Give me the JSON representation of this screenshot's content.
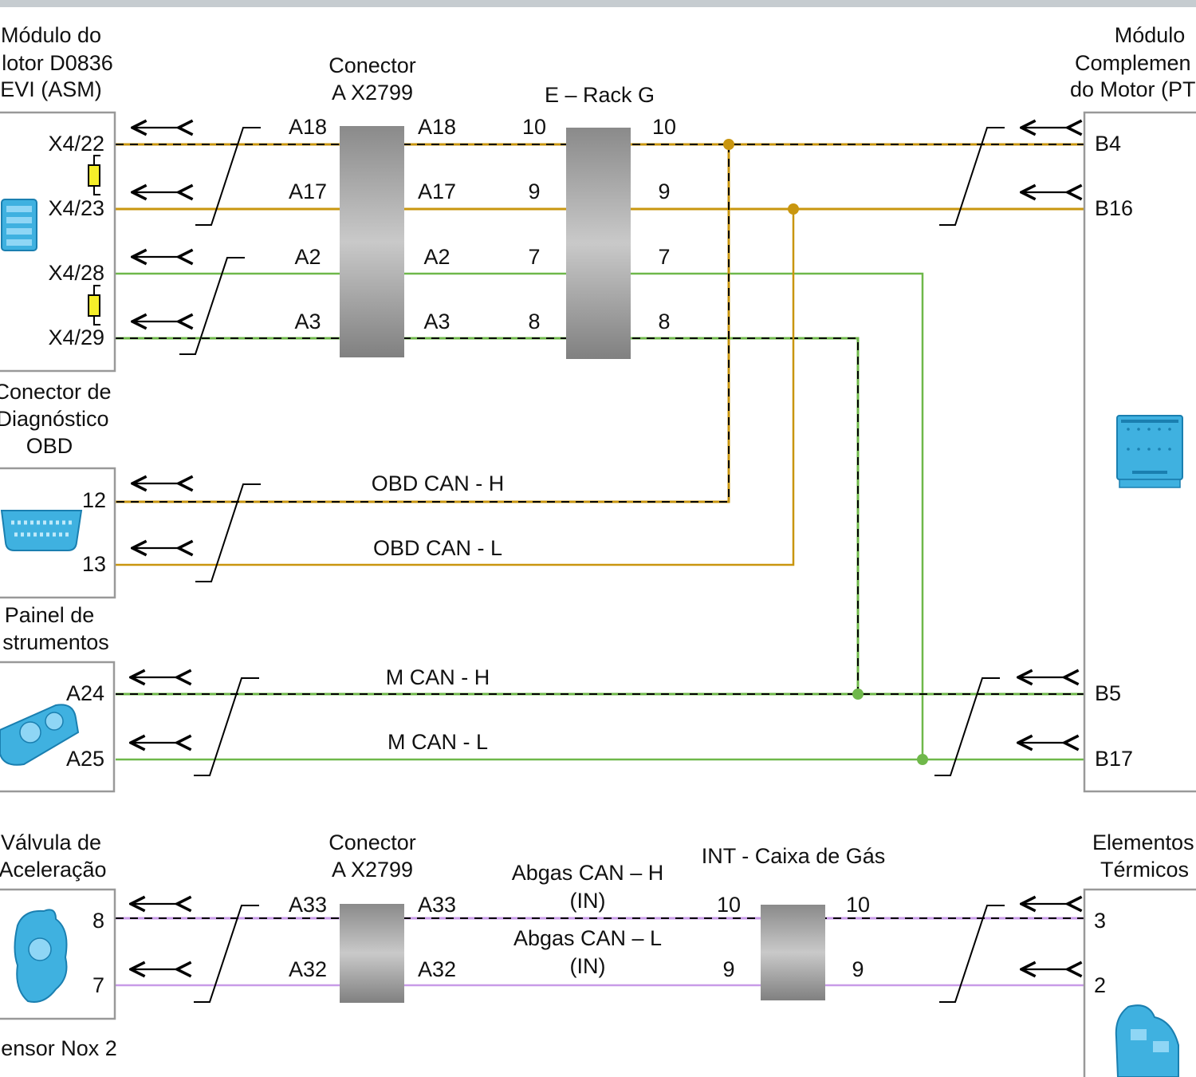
{
  "colors": {
    "can_orange": "#c9960f",
    "can_green": "#6fb84a",
    "can_violet": "#c89be8",
    "box_stroke": "#999999",
    "connector_gray": "#8c8c8c",
    "component_blue": "#3fb1e0",
    "resistor_yellow": "#f5ee2a",
    "top_bar": "#c6ccd0"
  },
  "left_modules": {
    "engine": {
      "title": [
        "Módulo do",
        "lotor D0836",
        "EVI (ASM)"
      ],
      "pins": [
        "X4/22",
        "X4/23",
        "X4/28",
        "X4/29"
      ],
      "icon": "engine-module-icon"
    },
    "obd": {
      "title": [
        "Conector de",
        "Diagnóstico",
        "OBD"
      ],
      "pins": [
        "12",
        "13"
      ],
      "icon": "obd-connector-icon"
    },
    "panel": {
      "title": [
        "Painel de",
        "strumentos"
      ],
      "pins": [
        "A24",
        "A25"
      ],
      "icon": "instrument-cluster-icon"
    },
    "valve": {
      "title": [
        "Válvula de",
        "Aceleração"
      ],
      "pins": [
        "8",
        "7"
      ],
      "caption": "ensor Nox 2",
      "icon": "throttle-valve-icon"
    }
  },
  "right_modules": {
    "ptm": {
      "title": [
        "Módulo",
        "Complemen",
        "do Motor (PT"
      ],
      "pins": [
        "B4",
        "B16",
        "B5",
        "B17"
      ],
      "icon": "ptm-module-icon"
    },
    "thermal": {
      "title": [
        "Elementos",
        "Térmicos"
      ],
      "pins": [
        "3",
        "2"
      ],
      "icon": "thermal-element-icon"
    }
  },
  "connectors": {
    "x2799_top": {
      "title": [
        "Conector",
        "A X2799"
      ],
      "pins_left": [
        "A18",
        "A17",
        "A2",
        "A3"
      ],
      "pins_right": [
        "A18",
        "A17",
        "A2",
        "A3"
      ]
    },
    "rack_g": {
      "title": "E – Rack G",
      "pins_left": [
        "10",
        "9",
        "7",
        "8"
      ],
      "pins_right": [
        "10",
        "9",
        "7",
        "8"
      ]
    },
    "x2799_bottom": {
      "title": [
        "Conector",
        "A X2799"
      ],
      "pins_left": [
        "A33",
        "A32"
      ],
      "pins_right": [
        "A33",
        "A32"
      ]
    },
    "gas_box": {
      "title": "INT - Caixa de Gás",
      "pins_left": [
        "10",
        "9"
      ],
      "pins_right": [
        "10",
        "9"
      ]
    }
  },
  "bus_labels": {
    "obd_can_h": "OBD CAN - H",
    "obd_can_l": "OBD CAN - L",
    "m_can_h": "M CAN - H",
    "m_can_l": "M CAN - L",
    "abgas_h": [
      "Abgas CAN – H",
      "(IN)"
    ],
    "abgas_l": [
      "Abgas CAN – L",
      "(IN)"
    ]
  }
}
